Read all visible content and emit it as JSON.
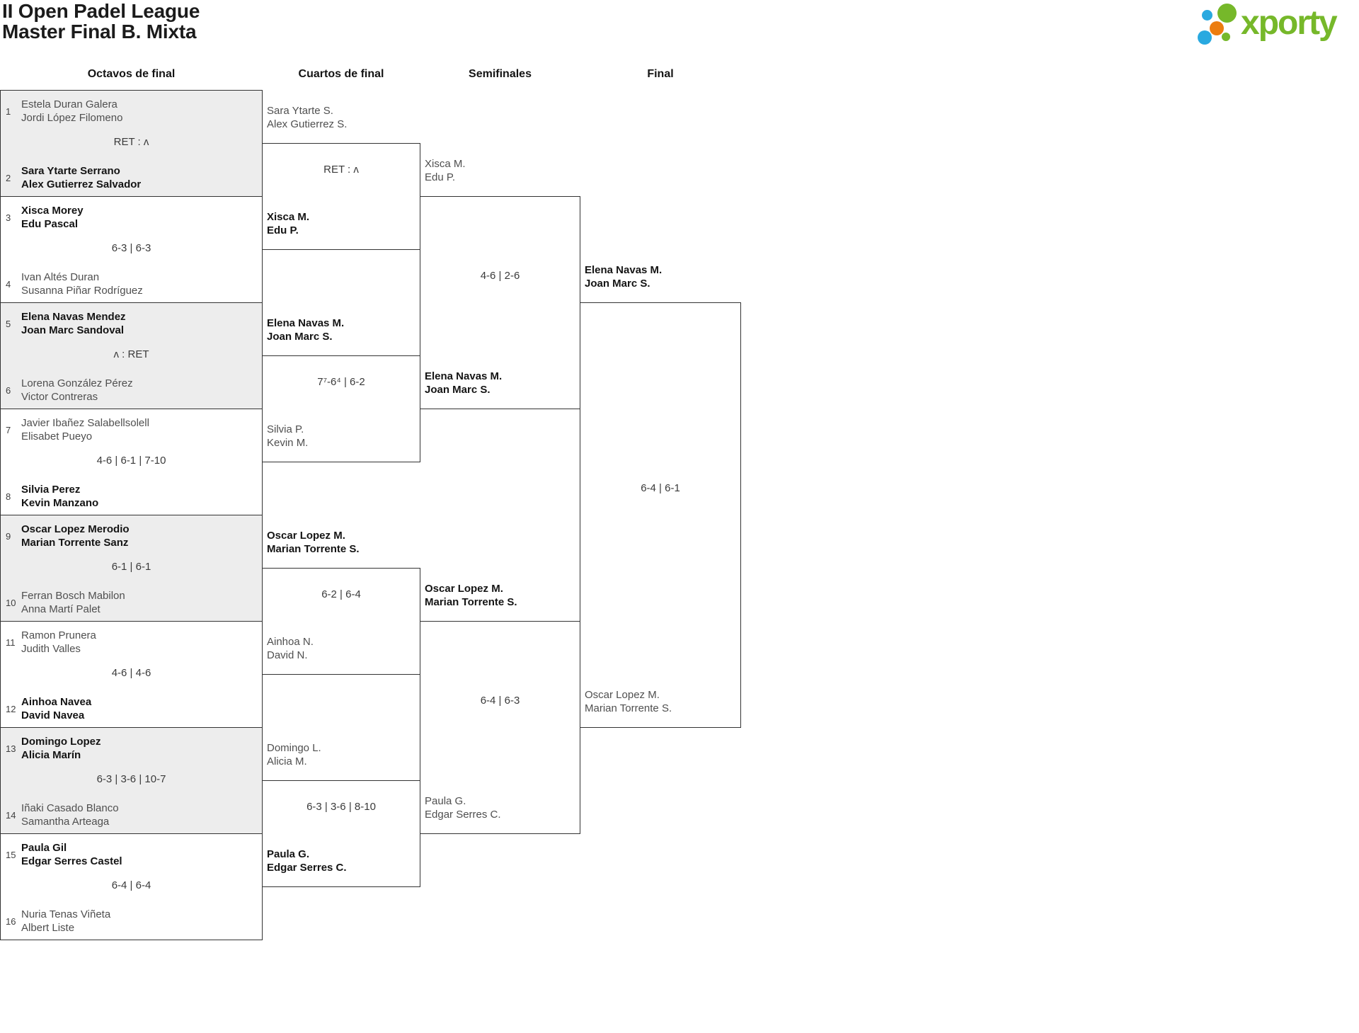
{
  "header": {
    "title_line1": "II Open Padel League",
    "title_line2": "Master Final B. Mixta"
  },
  "logo": {
    "brand": "xporty",
    "green": "#76b82a",
    "orange": "#ec7d10",
    "blue": "#29a9e0"
  },
  "colors": {
    "shaded_match_bg": "#ededed",
    "bracket_border": "#333333",
    "winner_text": "#141414",
    "loser_text": "#4f4f4f"
  },
  "round_headers": {
    "r16": "Octavos de final",
    "qf": "Cuartos de final",
    "sf": "Semifinales",
    "final": "Final"
  },
  "r16": [
    {
      "score": "RET : ʌ",
      "teams": [
        {
          "seed": "1",
          "line1": "Estela Duran Galera",
          "line2": "Jordi López Filomeno",
          "winner": false
        },
        {
          "seed": "2",
          "line1": "Sara Ytarte Serrano",
          "line2": "Alex Gutierrez Salvador",
          "winner": true
        }
      ]
    },
    {
      "score": "6-3 | 6-3",
      "teams": [
        {
          "seed": "3",
          "line1": "Xisca Morey",
          "line2": "Edu Pascal",
          "winner": true
        },
        {
          "seed": "4",
          "line1": "Ivan Altés Duran",
          "line2": "Susanna Piñar Rodríguez",
          "winner": false
        }
      ]
    },
    {
      "score": "ʌ : RET",
      "teams": [
        {
          "seed": "5",
          "line1": "Elena Navas Mendez",
          "line2": "Joan Marc Sandoval",
          "winner": true
        },
        {
          "seed": "6",
          "line1": "Lorena González Pérez",
          "line2": "Victor Contreras",
          "winner": false
        }
      ]
    },
    {
      "score": "4-6 | 6-1 | 7-10",
      "teams": [
        {
          "seed": "7",
          "line1": "Javier Ibañez Salabellsolell",
          "line2": "Elisabet Pueyo",
          "winner": false
        },
        {
          "seed": "8",
          "line1": "Silvia Perez",
          "line2": "Kevin Manzano",
          "winner": true
        }
      ]
    },
    {
      "score": "6-1 | 6-1",
      "teams": [
        {
          "seed": "9",
          "line1": "Oscar Lopez Merodio",
          "line2": "Marian Torrente Sanz",
          "winner": true
        },
        {
          "seed": "10",
          "line1": "Ferran Bosch Mabilon",
          "line2": "Anna Martí Palet",
          "winner": false
        }
      ]
    },
    {
      "score": "4-6 | 4-6",
      "teams": [
        {
          "seed": "11",
          "line1": "Ramon Prunera",
          "line2": "Judith Valles",
          "winner": false
        },
        {
          "seed": "12",
          "line1": "Ainhoa Navea",
          "line2": "David Navea",
          "winner": true
        }
      ]
    },
    {
      "score": "6-3 | 3-6 | 10-7",
      "teams": [
        {
          "seed": "13",
          "line1": "Domingo Lopez",
          "line2": "Alicia Marín",
          "winner": true
        },
        {
          "seed": "14",
          "line1": "Iñaki Casado Blanco",
          "line2": "Samantha Arteaga",
          "winner": false
        }
      ]
    },
    {
      "score": "6-4 | 6-4",
      "teams": [
        {
          "seed": "15",
          "line1": "Paula Gil",
          "line2": "Edgar Serres Castel",
          "winner": true
        },
        {
          "seed": "16",
          "line1": "Nuria Tenas Viñeta",
          "line2": "Albert Liste",
          "winner": false
        }
      ]
    }
  ],
  "qf": [
    {
      "score": "RET : ʌ",
      "teams": [
        {
          "line1": "Sara Ytarte S.",
          "line2": "Alex Gutierrez S.",
          "winner": false
        },
        {
          "line1": "Xisca M.",
          "line2": "Edu P.",
          "winner": true
        }
      ]
    },
    {
      "score": "7⁷-6⁴ | 6-2",
      "teams": [
        {
          "line1": "Elena Navas M.",
          "line2": "Joan Marc S.",
          "winner": true
        },
        {
          "line1": "Silvia P.",
          "line2": "Kevin M.",
          "winner": false
        }
      ]
    },
    {
      "score": "6-2 | 6-4",
      "teams": [
        {
          "line1": "Oscar Lopez M.",
          "line2": "Marian Torrente S.",
          "winner": true
        },
        {
          "line1": "Ainhoa N.",
          "line2": "David N.",
          "winner": false
        }
      ]
    },
    {
      "score": "6-3 | 3-6 | 8-10",
      "teams": [
        {
          "line1": "Domingo L.",
          "line2": "Alicia M.",
          "winner": false
        },
        {
          "line1": "Paula G.",
          "line2": "Edgar Serres C.",
          "winner": true
        }
      ]
    }
  ],
  "sf": [
    {
      "score": "4-6 | 2-6",
      "teams": [
        {
          "line1": "Xisca M.",
          "line2": "Edu P.",
          "winner": false
        },
        {
          "line1": "Elena Navas M.",
          "line2": "Joan Marc S.",
          "winner": true
        }
      ]
    },
    {
      "score": "6-4 | 6-3",
      "teams": [
        {
          "line1": "Oscar Lopez M.",
          "line2": "Marian Torrente S.",
          "winner": true
        },
        {
          "line1": "Paula G.",
          "line2": "Edgar Serres C.",
          "winner": false
        }
      ]
    }
  ],
  "final": [
    {
      "score": "6-4 | 6-1",
      "teams": [
        {
          "line1": "Elena Navas M.",
          "line2": "Joan Marc S.",
          "winner": true
        },
        {
          "line1": "Oscar Lopez M.",
          "line2": "Marian Torrente S.",
          "winner": false
        }
      ]
    }
  ]
}
